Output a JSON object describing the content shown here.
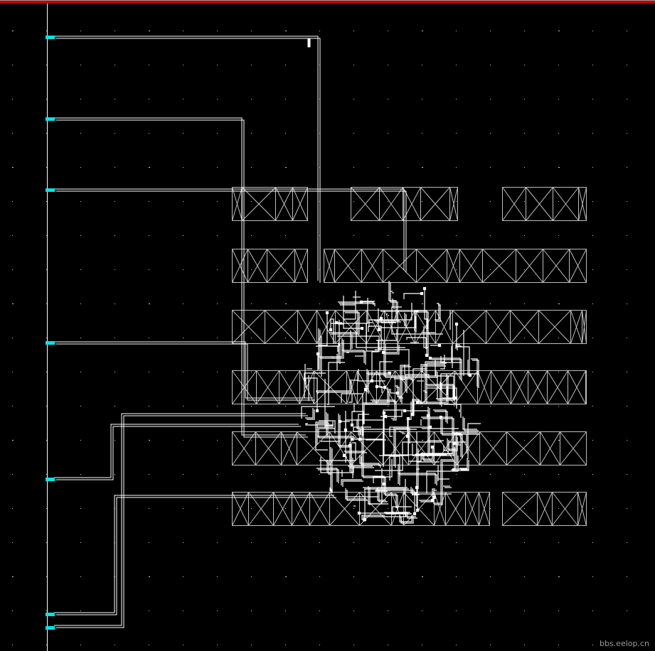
{
  "view": {
    "type": "layout-routing-view",
    "background": "#000000",
    "wire_color": "#ffffff",
    "cell_outline_color": "#bdbdbd",
    "pin_color": "#00e5e5",
    "grid_dot_color": "#cccccc",
    "title_bar_color": "#c00000"
  },
  "pins": {
    "count": 7
  },
  "cell_rows": {
    "count": 6
  },
  "watermark": "bbs.eelop.cn"
}
